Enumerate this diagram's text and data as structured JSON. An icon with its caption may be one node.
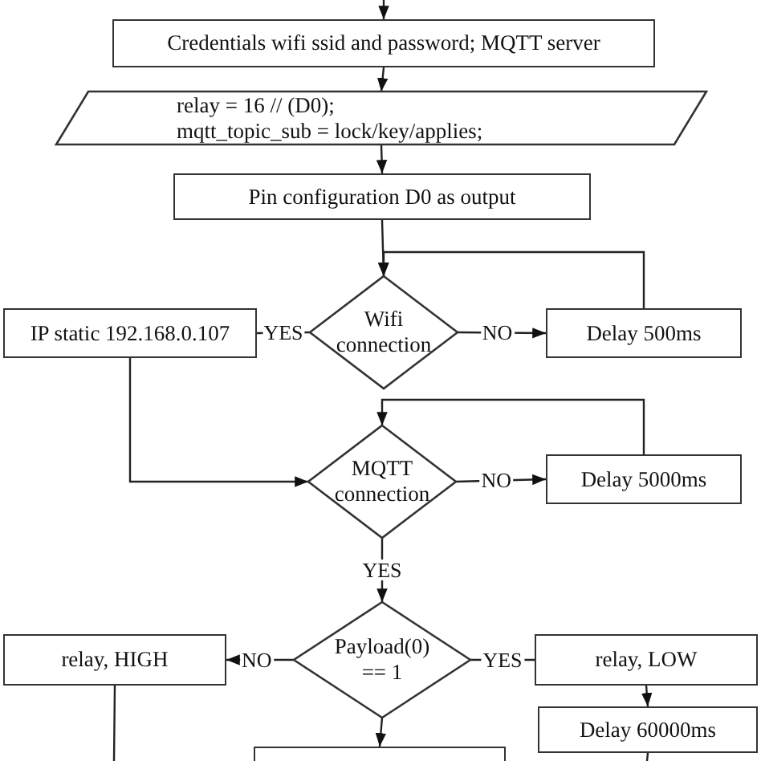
{
  "diagram": {
    "nodes": [
      {
        "text": [
          "Credentials wifi ssid and password; MQTT server"
        ]
      },
      {
        "text": [
          "relay = 16 // (D0);",
          "mqtt_topic_sub = lock/key/applies;"
        ]
      },
      {
        "text": [
          "Pin configuration D0 as output"
        ]
      },
      {
        "text": [
          "Wifi connection"
        ]
      },
      {
        "text": [
          "IP static 192.168.0.107"
        ]
      },
      {
        "text": [
          "Delay 500ms"
        ]
      },
      {
        "text": [
          "MQTT connection"
        ]
      },
      {
        "text": [
          "Delay 5000ms"
        ]
      },
      {
        "text": [
          "Payload(0) == 1"
        ]
      },
      {
        "text": [
          "relay, HIGH"
        ]
      },
      {
        "text": [
          "relay, LOW"
        ]
      },
      {
        "text": [
          "Delay 60000ms"
        ]
      },
      {
        "text": [],
        "shape": "box"
      }
    ],
    "edges": [
      {
        "from": null,
        "to": 0,
        "arrow": "to"
      },
      {
        "from": 0,
        "to": 1,
        "arrow": "to"
      },
      {
        "from": 1,
        "to": 2,
        "arrow": "to"
      },
      {
        "from": 2,
        "to": 3,
        "arrow": "to"
      },
      {
        "from": 3,
        "to": 4,
        "label": "YES",
        "arrow": "none"
      },
      {
        "from": 3,
        "to": 5,
        "label": "NO",
        "arrow": "to"
      },
      {
        "from": 5,
        "to": 3,
        "arrow": "to"
      },
      {
        "from": 4,
        "to": 6,
        "arrow": "to"
      },
      {
        "from": 6,
        "to": 7,
        "label": "NO",
        "arrow": "to"
      },
      {
        "from": 7,
        "to": 6,
        "arrow": "to"
      },
      {
        "from": 6,
        "to": 8,
        "label": "YES",
        "arrow": "to"
      },
      {
        "from": 8,
        "to": 9,
        "label": "NO",
        "arrow": "to"
      },
      {
        "from": 8,
        "to": 10,
        "label": "YES",
        "arrow": "none"
      },
      {
        "from": 10,
        "to": 11,
        "arrow": "to"
      },
      {
        "from": 8,
        "to": 12,
        "arrow": "to"
      },
      {
        "from": 9,
        "to": null,
        "arrow": "none"
      },
      {
        "from": 11,
        "to": null,
        "arrow": "none"
      }
    ]
  }
}
